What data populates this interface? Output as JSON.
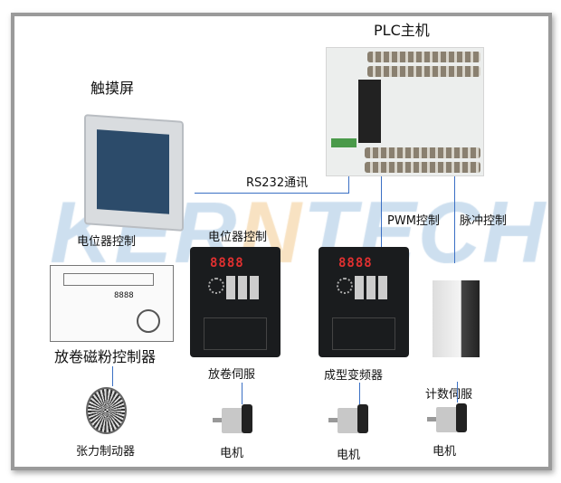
{
  "watermark": "KERNTECH",
  "plc": {
    "title": "PLC主机"
  },
  "hmi": {
    "title": "触摸屏"
  },
  "links": {
    "rs232": "RS232通讯",
    "pwm": "PWM控制",
    "pulse": "脉冲控制",
    "pot_left": "电位器控制",
    "pot_mid": "电位器控制"
  },
  "devices": {
    "magnetic_controller": "放卷磁粉控制器",
    "tension_brake": "张力制动器",
    "unwind_servo": "放卷伺服",
    "forming_inverter": "成型变频器",
    "counting_servo": "计数伺服",
    "inverter_display": "8888"
  },
  "motors": [
    "电机",
    "电机",
    "电机"
  ],
  "colors": {
    "line": "#3a6fc4",
    "watermark_blue": "#bcd4ea",
    "watermark_orange": "#f6d8ae"
  }
}
